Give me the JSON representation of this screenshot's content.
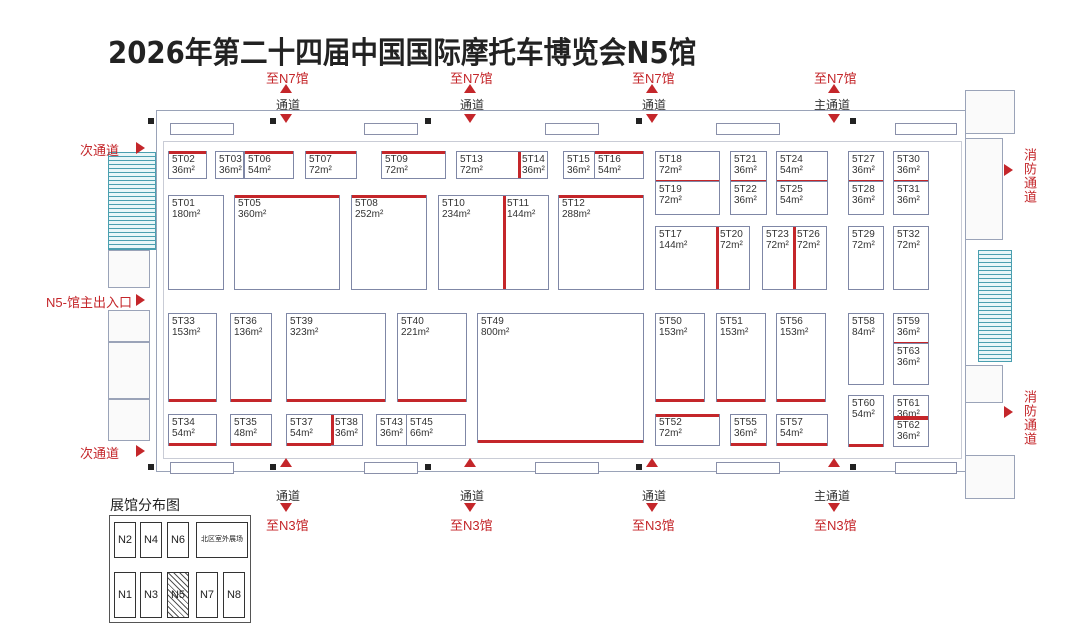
{
  "title": "2026年第二十四届中国国际摩托车博览会N5馆",
  "map_labels": {
    "to_n7": "至N7馆",
    "to_n3": "至N3馆",
    "passage": "通道",
    "main_passage": "主通道",
    "secondary_passage": "次通道",
    "fire_passage": "消防通道",
    "main_entrance": "N5-馆主出入口"
  },
  "booths": [
    {
      "id": "5T02",
      "area": "36m²"
    },
    {
      "id": "5T03",
      "area": "36m²"
    },
    {
      "id": "5T06",
      "area": "54m²"
    },
    {
      "id": "5T07",
      "area": "72m²"
    },
    {
      "id": "5T09",
      "area": "72m²"
    },
    {
      "id": "5T13",
      "area": "72m²"
    },
    {
      "id": "5T14",
      "area": "36m²"
    },
    {
      "id": "5T15",
      "area": "36m²"
    },
    {
      "id": "5T16",
      "area": "54m²"
    },
    {
      "id": "5T18",
      "area": "72m²"
    },
    {
      "id": "5T19",
      "area": "72m²"
    },
    {
      "id": "5T21",
      "area": "36m²"
    },
    {
      "id": "5T22",
      "area": "36m²"
    },
    {
      "id": "5T24",
      "area": "54m²"
    },
    {
      "id": "5T25",
      "area": "54m²"
    },
    {
      "id": "5T27",
      "area": "36m²"
    },
    {
      "id": "5T28",
      "area": "36m²"
    },
    {
      "id": "5T30",
      "area": "36m²"
    },
    {
      "id": "5T31",
      "area": "36m²"
    },
    {
      "id": "5T01",
      "area": "180m²"
    },
    {
      "id": "5T05",
      "area": "360m²"
    },
    {
      "id": "5T08",
      "area": "252m²"
    },
    {
      "id": "5T10",
      "area": "234m²"
    },
    {
      "id": "5T11",
      "area": "144m²"
    },
    {
      "id": "5T12",
      "area": "288m²"
    },
    {
      "id": "5T17",
      "area": "144m²"
    },
    {
      "id": "5T20",
      "area": "72m²"
    },
    {
      "id": "5T23",
      "area": "72m²"
    },
    {
      "id": "5T26",
      "area": "72m²"
    },
    {
      "id": "5T29",
      "area": "72m²"
    },
    {
      "id": "5T32",
      "area": "72m²"
    },
    {
      "id": "5T33",
      "area": "153m²"
    },
    {
      "id": "5T36",
      "area": "136m²"
    },
    {
      "id": "5T39",
      "area": "323m²"
    },
    {
      "id": "5T40",
      "area": "221m²"
    },
    {
      "id": "5T49",
      "area": "800m²"
    },
    {
      "id": "5T50",
      "area": "153m²"
    },
    {
      "id": "5T51",
      "area": "153m²"
    },
    {
      "id": "5T56",
      "area": "153m²"
    },
    {
      "id": "5T58",
      "area": "84m²"
    },
    {
      "id": "5T59",
      "area": "36m²"
    },
    {
      "id": "5T63",
      "area": "36m²"
    },
    {
      "id": "5T34",
      "area": "54m²"
    },
    {
      "id": "5T35",
      "area": "48m²"
    },
    {
      "id": "5T37",
      "area": "54m²"
    },
    {
      "id": "5T38",
      "area": "36m²"
    },
    {
      "id": "5T43",
      "area": "36m²"
    },
    {
      "id": "5T45",
      "area": "66m²"
    },
    {
      "id": "5T52",
      "area": "72m²"
    },
    {
      "id": "5T55",
      "area": "36m²"
    },
    {
      "id": "5T57",
      "area": "54m²"
    },
    {
      "id": "5T60",
      "area": "54m²"
    },
    {
      "id": "5T61",
      "area": "36m²"
    },
    {
      "id": "5T62",
      "area": "36m²"
    }
  ],
  "legend": {
    "title": "展馆分布图",
    "halls": [
      "N2",
      "N4",
      "N6",
      "N1",
      "N3",
      "N5",
      "N7",
      "N8"
    ],
    "outdoor": "北区室外展场",
    "highlighted": "N5"
  }
}
